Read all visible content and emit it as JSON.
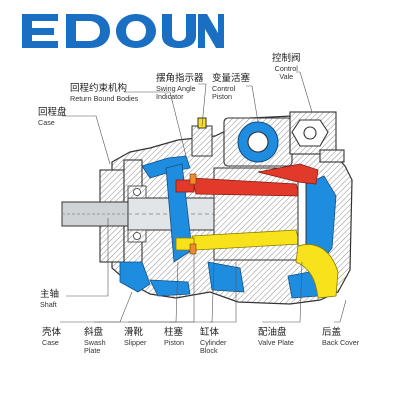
{
  "brand": {
    "name": "EDOUN",
    "color": "#1a6fc2"
  },
  "colors": {
    "casing_line": "#333333",
    "hatch": "#8f8f8f",
    "cavity_blue": "#1f8ddf",
    "high_pressure_red": "#e23a2a",
    "intake_yellow": "#f7e21b",
    "shaft_gray": "#cfd3d6"
  },
  "labels": {
    "return_bound": {
      "cn": "回程约束机构",
      "en": "Return Bound Bodies"
    },
    "swing_angle": {
      "cn": "摆角指示器",
      "en1": "Swing Angle",
      "en2": "Indicator"
    },
    "control_piston": {
      "cn": "变量活塞",
      "en1": "Control",
      "en2": "Piston"
    },
    "control_valve": {
      "cn": "控制阀",
      "en1": "Control",
      "en2": "Vale"
    },
    "case_plate": {
      "cn": "回程盘",
      "en": "Case"
    },
    "shaft": {
      "cn": "主轴",
      "en": "Shaft"
    },
    "case": {
      "cn": "壳体",
      "en": "Case"
    },
    "swash_plate": {
      "cn": "斜盘",
      "en1": "Swash",
      "en2": "Plate"
    },
    "slipper": {
      "cn": "滑靴",
      "en": "Slipper"
    },
    "piston": {
      "cn": "柱塞",
      "en": "Piston"
    },
    "cylinder_block": {
      "cn": "缸体",
      "en1": "Cylinder",
      "en2": "Block"
    },
    "valve_plate": {
      "cn": "配油盘",
      "en": "Valve Plate"
    },
    "back_cover": {
      "cn": "后盖",
      "en": "Back Cover"
    }
  }
}
